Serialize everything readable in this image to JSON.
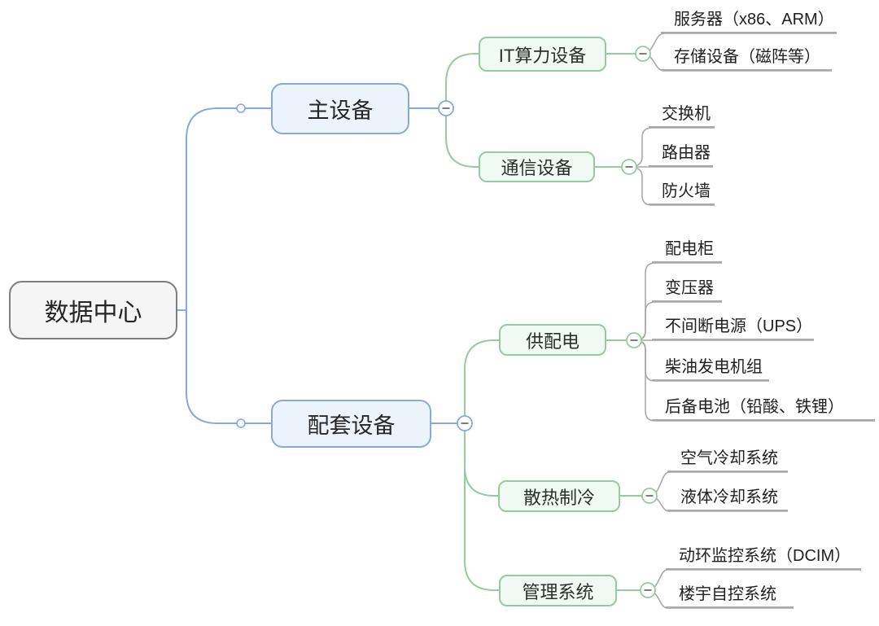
{
  "diagram": {
    "root": {
      "label": "数据中心"
    },
    "branches": [
      {
        "label": "主设备",
        "children": [
          {
            "label": "IT算力设备",
            "children": [
              {
                "label": "服务器（x86、ARM）"
              },
              {
                "label": "存储设备（磁阵等）"
              }
            ]
          },
          {
            "label": "通信设备",
            "children": [
              {
                "label": "交换机"
              },
              {
                "label": "路由器"
              },
              {
                "label": "防火墙"
              }
            ]
          }
        ]
      },
      {
        "label": "配套设备",
        "children": [
          {
            "label": "供配电",
            "children": [
              {
                "label": "配电柜"
              },
              {
                "label": "变压器"
              },
              {
                "label": "不间断电源（UPS）"
              },
              {
                "label": "柴油发电机组"
              },
              {
                "label": "后备电池（铅酸、铁锂）"
              }
            ]
          },
          {
            "label": "散热制冷",
            "children": [
              {
                "label": "空气冷却系统"
              },
              {
                "label": "液体冷却系统"
              }
            ]
          },
          {
            "label": "管理系统",
            "children": [
              {
                "label": "动环监控系统（DCIM）"
              },
              {
                "label": "楼宇自控系统"
              }
            ]
          }
        ]
      }
    ],
    "collapse_glyph": "−",
    "colors": {
      "primary_branch": "#85ABDB",
      "primary_fill": "#EDF3FB",
      "secondary_branch": "#95CBA0",
      "secondary_fill": "#F0F9F2",
      "leaf_line": "#A9A9A9",
      "root_border": "#7E7E7E",
      "root_fill": "#F5F5F5",
      "text": "#262626"
    }
  }
}
